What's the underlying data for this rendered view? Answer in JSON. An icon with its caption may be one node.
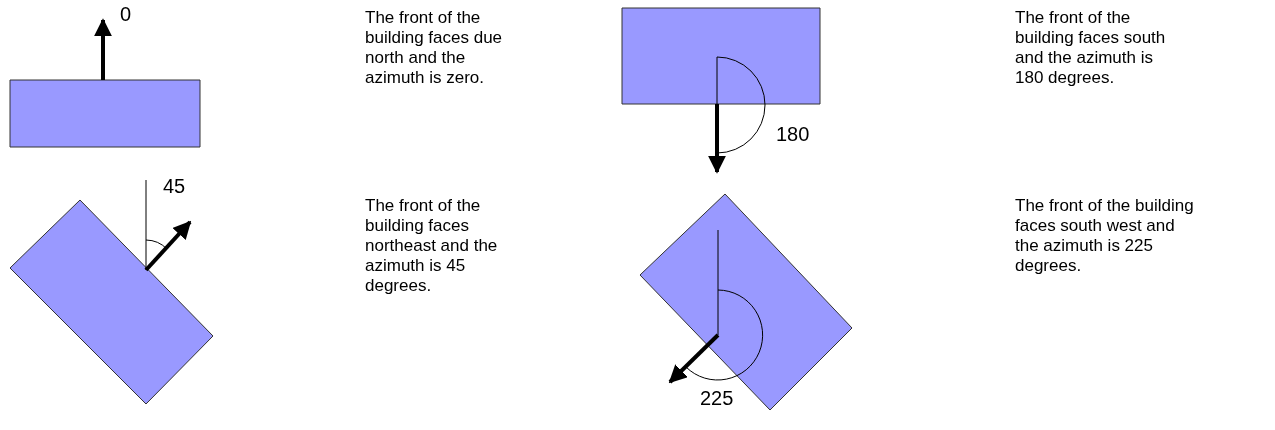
{
  "diagram": {
    "labels": [
      "0",
      "The front of the building faces due north and the azimuth is zero.",
      "The front of the building faces south and the azimuth is 180 degrees.",
      "180",
      "45",
      "The front of the building faces northeast and the azimuth is 45 degrees.",
      "The front of the building faces south west and the azimuth is 225 degrees.",
      "225"
    ]
  }
}
